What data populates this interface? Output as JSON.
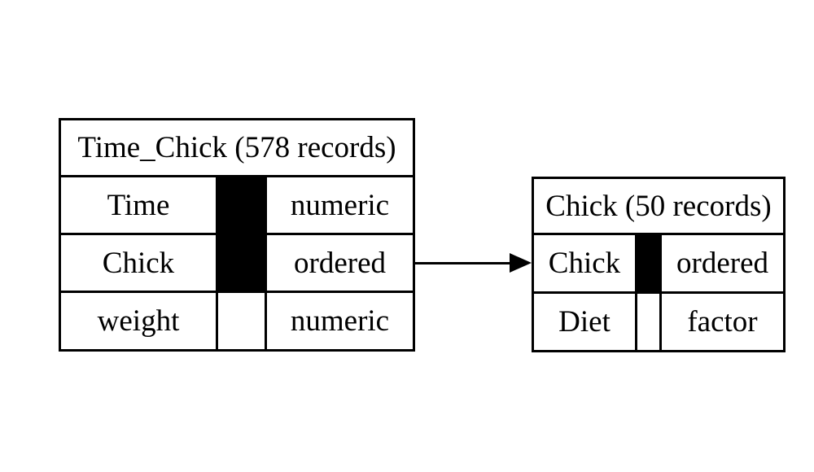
{
  "diagram": {
    "type": "data-model-diagram",
    "background_color": "#ffffff",
    "line_color": "#000000",
    "key_fill_color": "#000000"
  },
  "tables": [
    {
      "id": "Time_Chick",
      "title": "Time_Chick (578 records)",
      "rows": [
        {
          "name": "Time",
          "type": "numeric",
          "key": true
        },
        {
          "name": "Chick",
          "type": "ordered",
          "key": true
        },
        {
          "name": "weight",
          "type": "numeric",
          "key": false
        }
      ]
    },
    {
      "id": "Chick",
      "title": "Chick (50 records)",
      "rows": [
        {
          "name": "Chick",
          "type": "ordered",
          "key": true
        },
        {
          "name": "Diet",
          "type": "factor",
          "key": false
        }
      ]
    }
  ],
  "relationship": {
    "from_table": "Time_Chick",
    "from_column": "Chick",
    "to_table": "Chick",
    "to_column": "Chick",
    "arrow_direction": "right"
  }
}
